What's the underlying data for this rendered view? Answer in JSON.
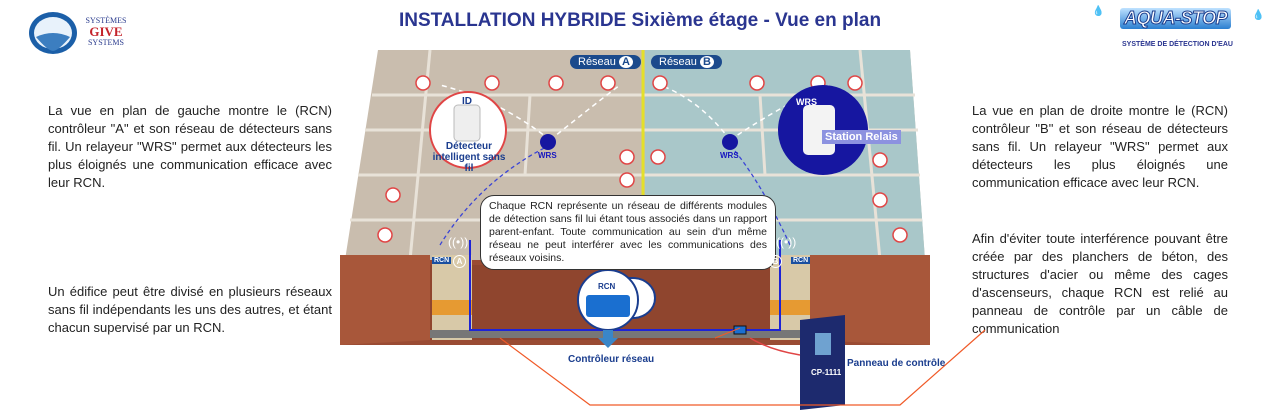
{
  "header": {
    "title": "INSTALLATION HYBRIDE  Sixième étage - Vue en plan",
    "logo_left": {
      "line1": "SYSTÈMES",
      "line2": "GIVE",
      "line3": "SYSTEMS"
    },
    "logo_right": {
      "name": "AQUA-STOP",
      "tagline": "SYSTÈME DE DÉTECTION D'EAU"
    }
  },
  "left_text": {
    "para1": "La vue en plan de gauche montre le  (RCN) contrôleur \"A\" et son réseau de détecteurs sans fil. Un relayeur \"WRS\" permet aux détecteurs les plus éloignés une communication efficace avec leur RCN.",
    "para2": "Un édifice peut être divisé en plusieurs réseaux sans fil  indépendants  les uns des autres, et étant chacun supervisé par un RCN."
  },
  "right_text": {
    "para1": "La vue en plan de droite montre le  (RCN) contrôleur \"B\" et son réseau de détecteurs sans fil. Un relayeur \"WRS\" permet aux détecteurs les plus éloignés une communication efficace avec leur RCN.",
    "para2": "Afin d'éviter toute interférence pouvant être créée par des planchers de béton, des structures d'acier ou même des cages d'ascenseurs, chaque RCN est relié au panneau de contrôle par un câble de communication"
  },
  "diagram": {
    "network_a": "Réseau",
    "network_a_letter": "A",
    "network_b": "Réseau",
    "network_b_letter": "B",
    "detector_id": "ID",
    "detector_label": "Détecteur intelligent sans fil",
    "wrs_left": "WRS",
    "wrs_right": "WRS",
    "wrs_zoom": "WRS",
    "relay_label": "Station Relais",
    "callout": "Chaque RCN représente un réseau de différents modules de détection sans fil  lui étant tous associés dans un rapport parent-enfant. Toute communication au sein d'un même réseau ne peut interférer avec les communications des réseaux voisins.",
    "rcn_left": "RCN",
    "rcn_right": "RCN",
    "rcn_zoom": "RCN",
    "controller_label": "Contrôleur réseau",
    "panel_model": "CP-1111",
    "panel_label": "Panneau de contrôle"
  },
  "colors": {
    "title": "#2a3590",
    "brand_red": "#c4232b",
    "cable": "#1d23d6",
    "arrow": "#f05a28",
    "divider": "#e3e02a"
  }
}
